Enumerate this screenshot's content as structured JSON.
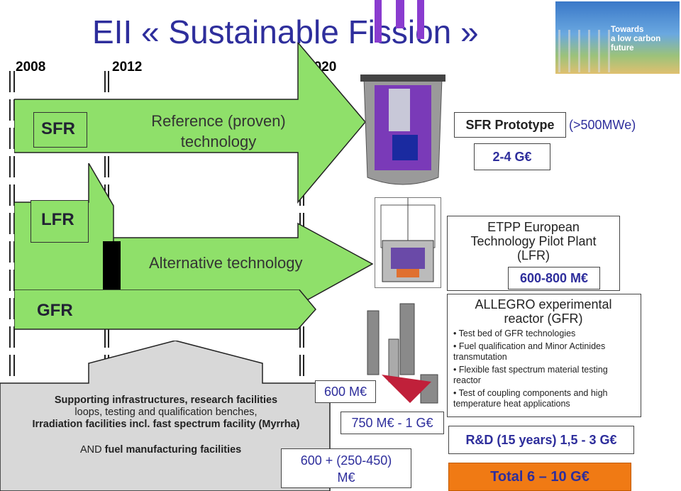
{
  "title": "EII « Sustainable Fission »",
  "years": [
    "2008",
    "2012",
    "2020"
  ],
  "logo": {
    "text_lines": [
      "Towards",
      "a low carbon",
      "future"
    ]
  },
  "rows": {
    "sfr": {
      "label": "SFR",
      "description_lines": [
        "Reference (proven)",
        "technology"
      ]
    },
    "lfr": {
      "label": "LFR"
    },
    "alternative": {
      "label": "Alternative technology"
    },
    "gfr": {
      "label": "GFR"
    }
  },
  "support": {
    "line1": "Supporting infrastructures, research facilities",
    "line2": "loops, testing and qualification benches,",
    "line3": "Irradiation facilities incl. fast spectrum facility (Myrrha)",
    "line4_prefix": "AND ",
    "line4_bold": "fuel manufacturing facilities"
  },
  "costs": {
    "support_600": "600 M€",
    "myrrha": "750 M€ - 1 G€",
    "fuel_lines": [
      "600 + (250-450)",
      "M€"
    ]
  },
  "sfr_prototype": {
    "label": "SFR Prototype",
    "power": "(>500MWe)",
    "cost": "2-4 G€"
  },
  "etpp": {
    "lines": [
      "ETPP European",
      "Technology Pilot Plant",
      "(LFR)"
    ],
    "cost": "600-800 M€"
  },
  "allegro": {
    "title_lines": [
      "ALLEGRO experimental",
      "reactor (GFR)"
    ],
    "bullets": [
      "Test bed of GFR technologies",
      "Fuel qualification and Minor Actinides transmutation",
      "Flexible fast spectrum material testing reactor",
      "Test of coupling components and high temperature heat applications"
    ]
  },
  "rd": {
    "label": "R&D (15 years) 1,5 - 3 G€"
  },
  "total": {
    "label": "Total 6 – 10 G€"
  },
  "colors": {
    "title_blue": "#2e2e9c",
    "arrow_green": "#8fe06a",
    "box_orange": "#f07a14",
    "support_gray": "#d8d8d8"
  }
}
